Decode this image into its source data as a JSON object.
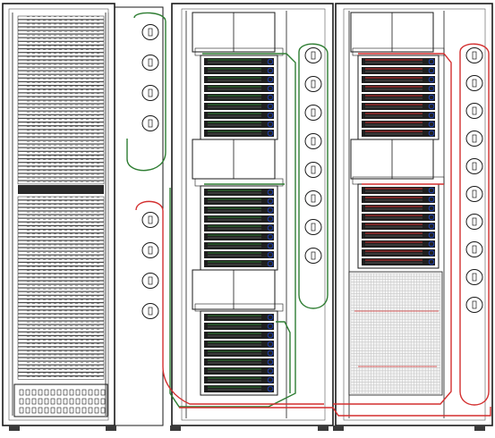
{
  "drawing": {
    "colors": {
      "frame": "#1a1a1a",
      "mid": "#555555",
      "light": "#9a9a9a",
      "green_cable": "#2e7d32",
      "red_cable": "#d32f2f",
      "blue_port": "#1e40af",
      "mesh": "#c8c8c8"
    },
    "cabinets": [
      {
        "id": "cabinet-left",
        "role": "patch-panel-rack"
      },
      {
        "id": "cabinet-middle",
        "role": "switch-rack",
        "cable_color": "green"
      },
      {
        "id": "cabinet-right",
        "role": "switch-rack",
        "cable_color": "red"
      }
    ],
    "middle_pdu_outlets": 4,
    "middle_side_outlets": 8,
    "right_side_outlets": 10,
    "switch_units_per_bank": 9
  }
}
